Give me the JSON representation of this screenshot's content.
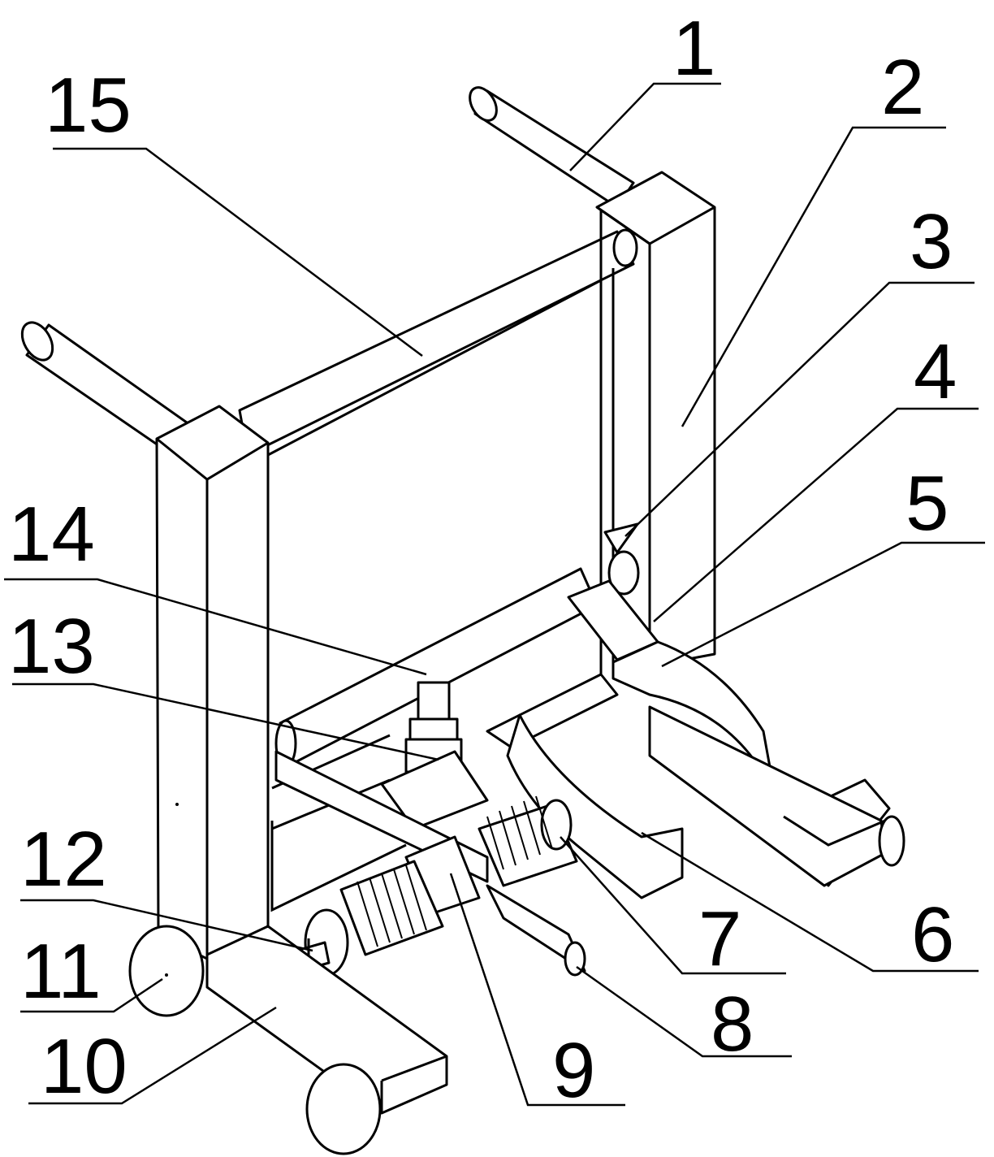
{
  "labels": {
    "l1": "1",
    "l2": "2",
    "l3": "3",
    "l4": "4",
    "l5": "5",
    "l6": "6",
    "l7": "7",
    "l8": "8",
    "l9": "9",
    "l10": "10",
    "l11": "11",
    "l12": "12",
    "l13": "13",
    "l14": "14",
    "l15": "15"
  }
}
